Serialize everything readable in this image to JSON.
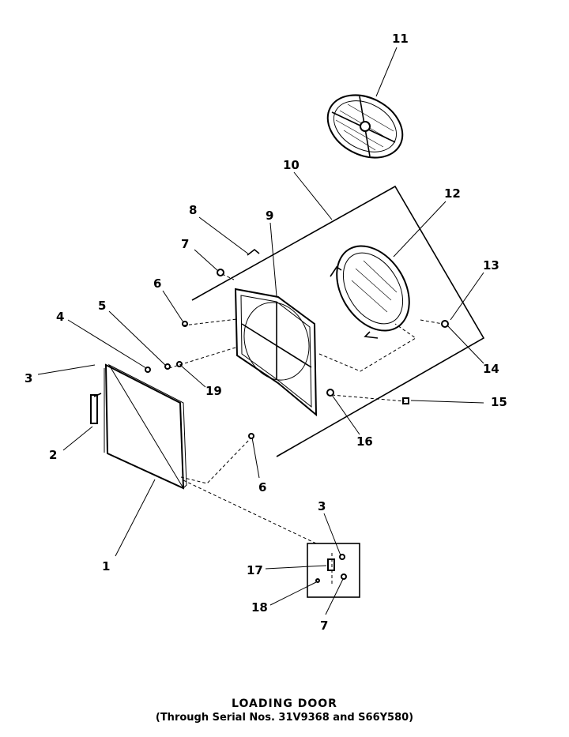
{
  "caption": {
    "title": "LOADING DOOR",
    "subtitle": "(Through Serial Nos. 31V9368 and S66Y580)"
  },
  "callouts": [
    "1",
    "2",
    "3",
    "4",
    "5",
    "6",
    "7",
    "8",
    "9",
    "10",
    "11",
    "12",
    "13",
    "14",
    "15",
    "16",
    "17",
    "18",
    "19",
    "6",
    "3",
    "7"
  ]
}
